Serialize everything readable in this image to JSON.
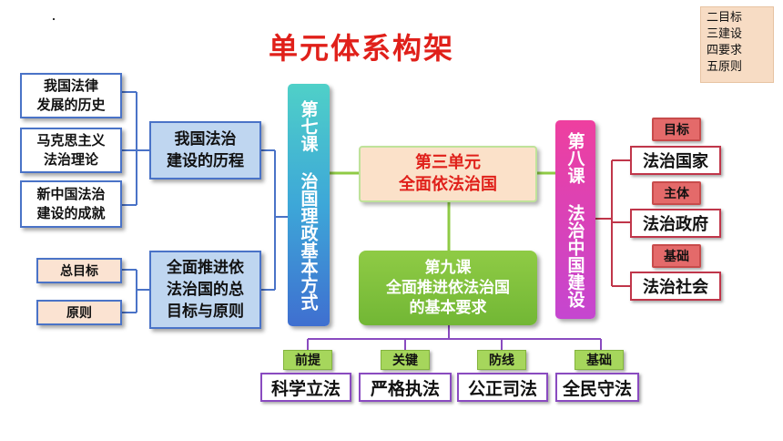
{
  "title": "单元体系构架",
  "legend": [
    "二目标",
    "三建设",
    "四要求",
    "五原则"
  ],
  "left_upper": {
    "items": [
      "我国法律\n发展的历史",
      "马克思主义\n法治理论",
      "新中国法治\n建设的成就"
    ],
    "hub": "我国法治\n建设的历程"
  },
  "left_lower": {
    "items": [
      "总目标",
      "原则"
    ],
    "hub": "全面推进依\n法治国的总\n目标与原则"
  },
  "chapter7": "第七课  治国理政基本方式",
  "unit3": "第三单元\n全面依法治国",
  "chapter9": "第九课\n全面推进依法治国\n的基本要求",
  "chapter8": "第八课  法治中国建设",
  "right": [
    {
      "tag": "目标",
      "box": "法治国家"
    },
    {
      "tag": "主体",
      "box": "法治政府"
    },
    {
      "tag": "基础",
      "box": "法治社会"
    }
  ],
  "bottom": [
    {
      "tag": "前提",
      "box": "科学立法"
    },
    {
      "tag": "关键",
      "box": "严格执法"
    },
    {
      "tag": "防线",
      "box": "公正司法"
    },
    {
      "tag": "基础",
      "box": "全民守法"
    }
  ],
  "colors": {
    "title": "#e0201a",
    "left_connector": "#4a73c7",
    "right_connector": "#c0364a",
    "bottom_connector": "#8a4bc0",
    "center_connector": "#8fcb45"
  }
}
